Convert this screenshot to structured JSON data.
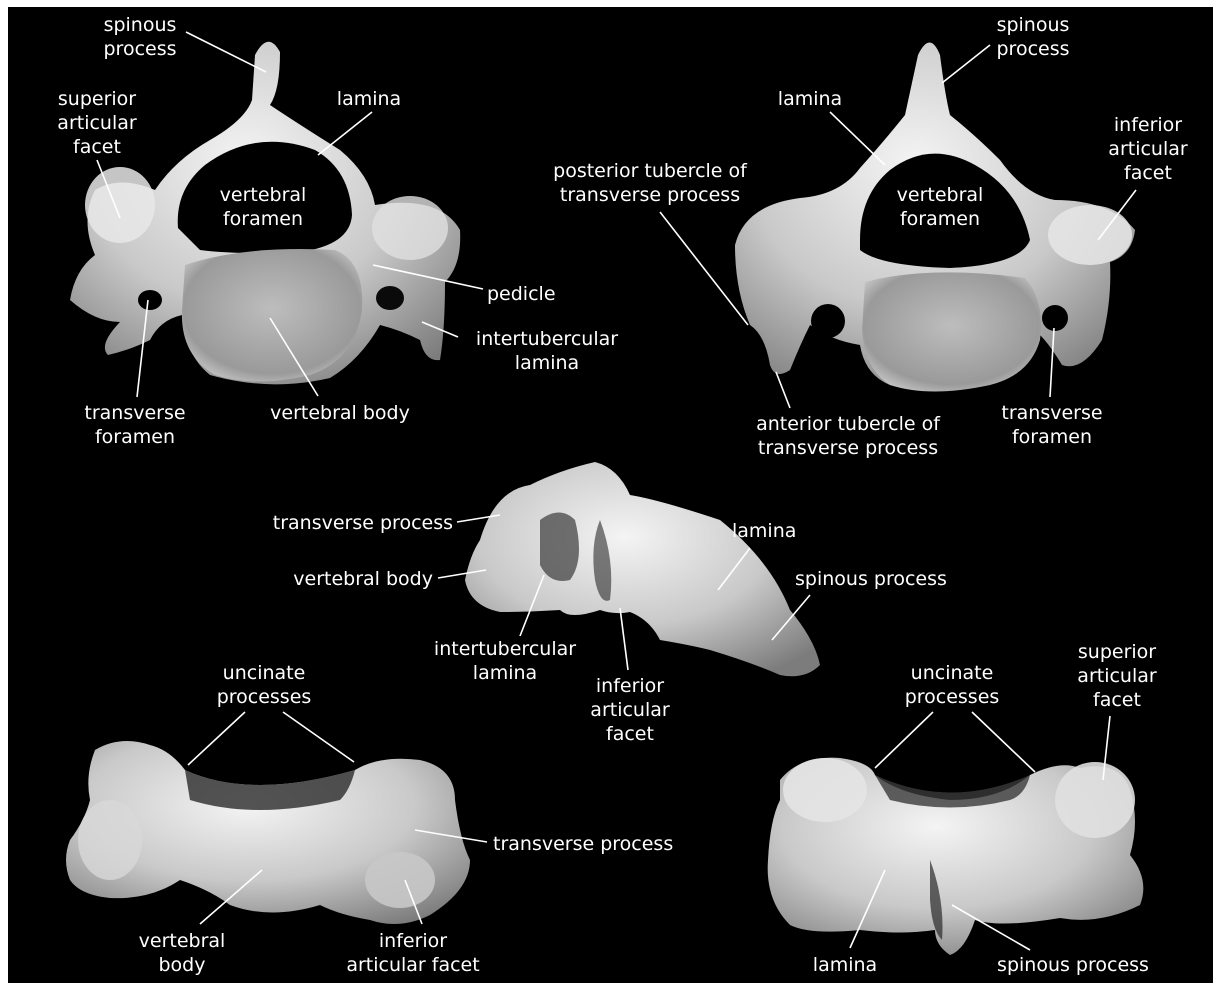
{
  "labels": {
    "v1": {
      "spinous_process": [
        "spinous",
        "process"
      ],
      "superior_articular_facet": [
        "superior",
        "articular",
        "facet"
      ],
      "lamina": "lamina",
      "vertebral_foramen": [
        "vertebral",
        "foramen"
      ],
      "pedicle": "pedicle",
      "intertubercular_lamina": [
        "intertubercular",
        "lamina"
      ],
      "transverse_foramen": [
        "transverse",
        "foramen"
      ],
      "vertebral_body": "vertebral body"
    },
    "v2": {
      "spinous_process": [
        "spinous",
        "process"
      ],
      "lamina": "lamina",
      "inferior_articular_facet": [
        "inferior",
        "articular",
        "facet"
      ],
      "posterior_tubercle": [
        "posterior tubercle of",
        "transverse process"
      ],
      "vertebral_foramen": [
        "vertebral",
        "foramen"
      ],
      "anterior_tubercle": [
        "anterior tubercle of",
        "transverse process"
      ],
      "transverse_foramen": [
        "transverse",
        "foramen"
      ]
    },
    "v3": {
      "transverse_process": "transverse process",
      "vertebral_body": "vertebral body",
      "lamina": "lamina",
      "spinous_process": "spinous process",
      "intertubercular_lamina": [
        "intertubercular",
        "lamina"
      ],
      "inferior_articular_facet": [
        "inferior",
        "articular",
        "facet"
      ]
    },
    "v4": {
      "uncinate_processes": [
        "uncinate",
        "processes"
      ],
      "transverse_process": "transverse process",
      "vertebral_body": [
        "vertebral",
        "body"
      ],
      "inferior_articular_facet": [
        "inferior",
        "articular facet"
      ]
    },
    "v5": {
      "uncinate_processes": [
        "uncinate",
        "processes"
      ],
      "superior_articular_facet": [
        "superior",
        "articular",
        "facet"
      ],
      "lamina": "lamina",
      "spinous_process": "spinous process"
    }
  }
}
